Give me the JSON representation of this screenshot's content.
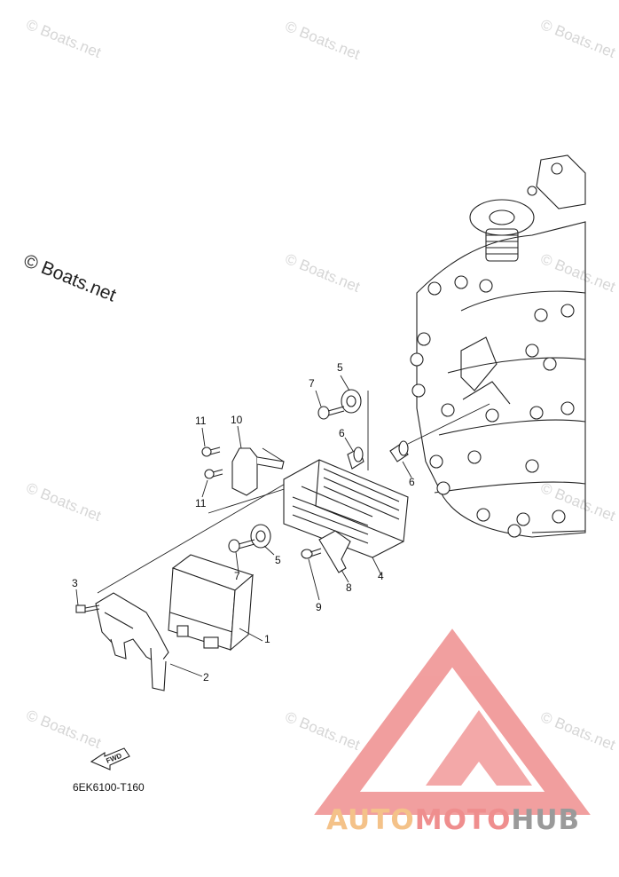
{
  "watermarks": {
    "text": "© Boats.net",
    "main_text": "© Boats.net"
  },
  "callouts": {
    "c1": "1",
    "c2": "2",
    "c3": "3",
    "c4": "4",
    "c5a": "5",
    "c5b": "5",
    "c6a": "6",
    "c6b": "6",
    "c7a": "7",
    "c7b": "7",
    "c8": "8",
    "c9": "9",
    "c10": "10",
    "c11a": "11",
    "c11b": "11"
  },
  "fwd_label": "FWD",
  "diagram_code": "6EK6100-T160",
  "brand": {
    "part1": "AUTO",
    "part2": "MOTO",
    "part3": "HUB",
    "colors": {
      "auto": "#f4c289",
      "moto": "#ef8e8e",
      "hub": "#9a9a9a",
      "logo": "#ef8e8e"
    }
  }
}
